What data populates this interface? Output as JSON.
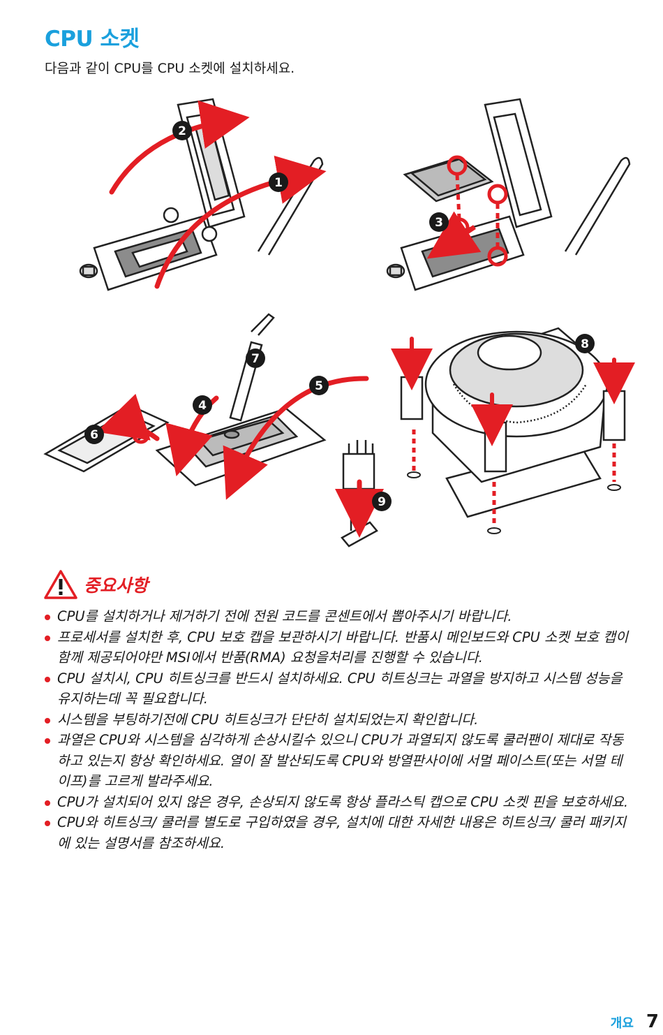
{
  "page": {
    "title": "CPU 소켓",
    "subtitle": "다음과 같이 CPU를 CPU 소켓에 설치하세요."
  },
  "figure": {
    "step_labels": [
      "1",
      "2",
      "3",
      "4",
      "5",
      "6",
      "7",
      "8",
      "9"
    ],
    "accent_color": "#e31e24"
  },
  "important": {
    "label": "중요사항",
    "icon": "warning-triangle-icon",
    "items": [
      "CPU를 설치하거나 제거하기 전에 전원 코드를 콘센트에서 뽑아주시기 바랍니다.",
      "프로세서를 설치한 후, CPU 보호 캡을 보관하시기 바랍니다. 반품시 메인보드와 CPU 소켓 보호 캡이 함께 제공되어야만 MSI에서 반품(RMA) 요청을처리를 진행할 수 있습니다.",
      "CPU 설치시, CPU 히트싱크를 반드시 설치하세요. CPU 히트싱크는 과열을 방지하고 시스템 성능을 유지하는데 꼭 필요합니다.",
      "시스템을 부팅하기전에 CPU 히트싱크가 단단히 설치되었는지 확인합니다.",
      "과열은 CPU와 시스템을 심각하게 손상시킬수 있으니 CPU가 과열되지 않도록 쿨러팬이 제대로 작동하고 있는지 항상 확인하세요. 열이 잘 발산되도록 CPU와 방열판사이에 서멀 페이스트(또는 서멀 테이프)를 고르게 발라주세요.",
      "CPU가 설치되어 있지 않은 경우, 손상되지 않도록 항상 플라스틱 캡으로 CPU 소켓 핀을 보호하세요.",
      "CPU와 히트싱크/ 쿨러를 별도로 구입하였을 경우, 설치에 대한 자세한 내용은 히트싱크/ 쿨러 패키지에 있는 설명서를 참조하세요."
    ]
  },
  "footer": {
    "section": "개요",
    "page_number": "7"
  },
  "colors": {
    "title_blue": "#1aa0dd",
    "accent_red": "#e31e24"
  }
}
